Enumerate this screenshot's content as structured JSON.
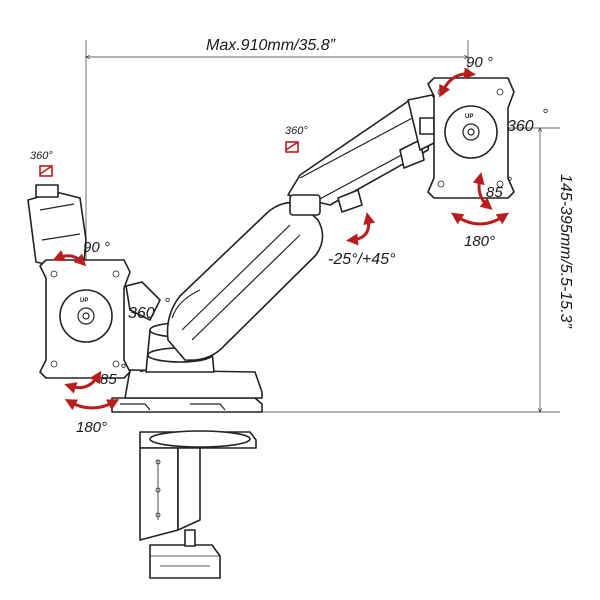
{
  "dimensions": {
    "max_reach": "Max.910mm/35.8”",
    "height_range": "145-395mm/5.5-15.3”"
  },
  "labels": {
    "left_top_rotation": "360°",
    "left_tilt": "90 °",
    "left_plate_rotation": "360",
    "left_plate_rotation_deg": "°",
    "left_swivel": "85",
    "left_swivel_deg": "°",
    "left_pan": "180°",
    "right_joint_rotation": "360°",
    "right_tilt": "90 °",
    "right_plate_rotation": "360",
    "right_plate_rotation_deg": "°",
    "right_swivel": "85",
    "right_swivel_deg": "°",
    "right_pan": "180°",
    "arm_tilt": "-25°/+45°",
    "plate_marker_left": "UP",
    "plate_marker_right": "UP"
  },
  "icons": {
    "motion_arrow": "curved-arrow-icon",
    "small_rotate": "rotate-icon"
  },
  "colors": {
    "arrow": "#b81d1d",
    "line": "#222222"
  }
}
